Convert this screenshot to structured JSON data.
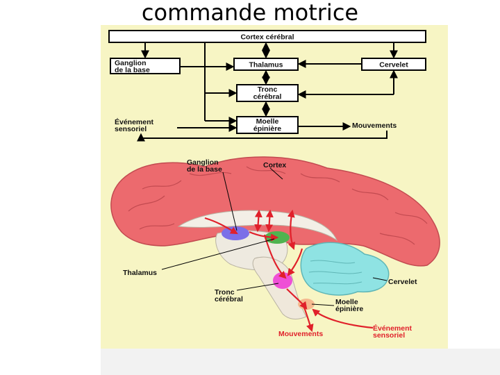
{
  "slide": {
    "title": "commande motrice"
  },
  "diagram": {
    "top_boxes": {
      "cortex": "Cortex cérébral",
      "ganglion_l1": "Ganglion",
      "ganglion_l2": "de la base",
      "thalamus": "Thalamus",
      "cervelet": "Cervelet",
      "tronc_l1": "Tronc",
      "tronc_l2": "cérébral",
      "moelle_l1": "Moelle",
      "moelle_l2": "épinière",
      "evenement_l1": "Événement",
      "evenement_l2": "sensoriel",
      "mouvements": "Mouvements"
    },
    "brain_labels": {
      "ganglion_l1": "Ganglion",
      "ganglion_l2": "de la base",
      "cortex": "Cortex",
      "thalamus": "Thalamus",
      "tronc_l1": "Tronc",
      "tronc_l2": "cérébral",
      "cervelet": "Cervelet",
      "moelle_l1": "Moelle",
      "moelle_l2": "épinière",
      "mouvements": "Mouvements",
      "evenement_l1": "Événement",
      "evenement_l2": "sensoriel"
    },
    "colors": {
      "background": "#f7f5c4",
      "cortex": "#ec6a6e",
      "cervelet": "#8fe3e3",
      "ganglion": "#7b6fe8",
      "thalamus": "#4fb34f",
      "tronc": "#ef4fd6",
      "moelle": "#f5b98f",
      "arrow_red": "#e0202a"
    }
  }
}
